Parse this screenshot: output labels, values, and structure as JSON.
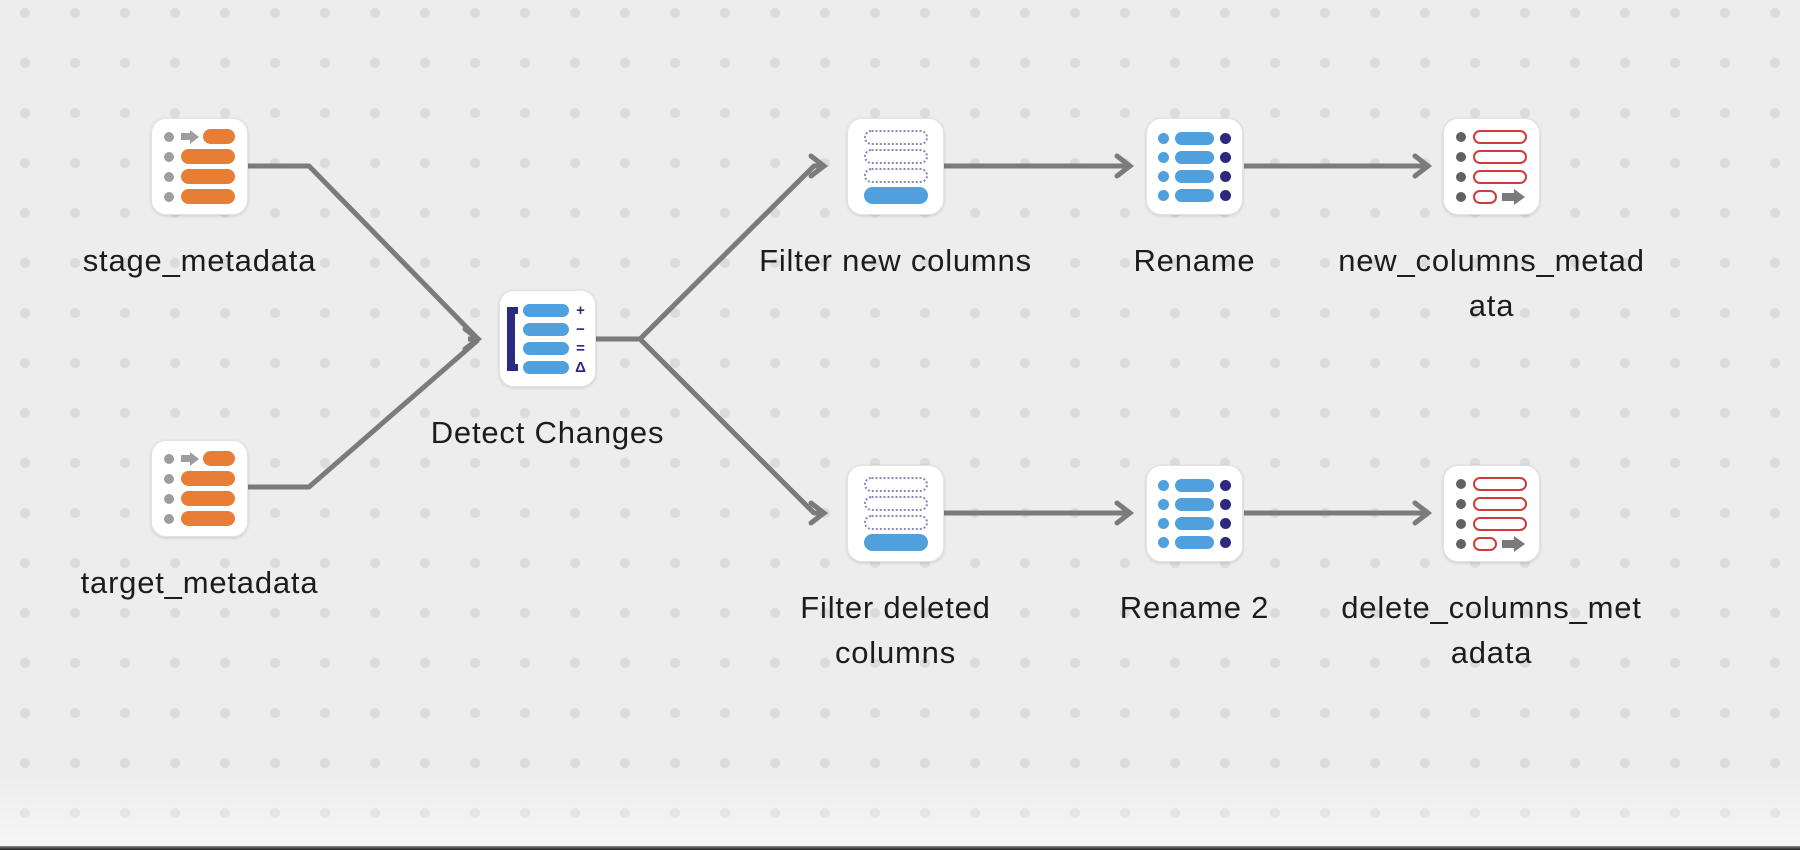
{
  "canvas": {
    "background_color": "#EDEDED",
    "dot_color": "#DBDBDB",
    "wire_color": "#7B7B7B"
  },
  "colors": {
    "orange_bar": "#E87D35",
    "blue_bar": "#4FA0DC",
    "navy": "#2B2A7E",
    "red_outline": "#CE3E38",
    "gray_dot": "#9E9E9E",
    "dark_gray_dot": "#616161",
    "label_text": "#1C1C1E"
  },
  "nodes": {
    "stage_metadata": {
      "label": "stage_metadata",
      "icon": "metadata-input-table-icon"
    },
    "target_metadata": {
      "label": "target_metadata",
      "icon": "metadata-input-table-icon"
    },
    "detect_changes": {
      "label": "Detect Changes",
      "icon": "diff-detect-changes-icon"
    },
    "filter_new_columns": {
      "label": "Filter new columns",
      "icon": "filter-rows-icon"
    },
    "filter_deleted_columns": {
      "label": "Filter deleted columns",
      "icon": "filter-rows-icon"
    },
    "rename": {
      "label": "Rename",
      "icon": "rename-columns-icon"
    },
    "rename_2": {
      "label": "Rename 2",
      "icon": "rename-columns-icon"
    },
    "new_columns_metadata": {
      "label": "new_columns_metadata",
      "icon": "metadata-output-table-icon"
    },
    "delete_columns_metadata": {
      "label": "delete_columns_metadata",
      "icon": "metadata-output-table-icon"
    }
  },
  "detect_changes_icon_symbols": [
    "+",
    "−",
    "=",
    "Δ"
  ],
  "connections": [
    {
      "from": "stage_metadata",
      "to": "detect_changes"
    },
    {
      "from": "target_metadata",
      "to": "detect_changes"
    },
    {
      "from": "detect_changes",
      "to": "filter_new_columns"
    },
    {
      "from": "detect_changes",
      "to": "filter_deleted_columns"
    },
    {
      "from": "filter_new_columns",
      "to": "rename"
    },
    {
      "from": "rename",
      "to": "new_columns_metadata"
    },
    {
      "from": "filter_deleted_columns",
      "to": "rename_2"
    },
    {
      "from": "rename_2",
      "to": "delete_columns_metadata"
    }
  ]
}
